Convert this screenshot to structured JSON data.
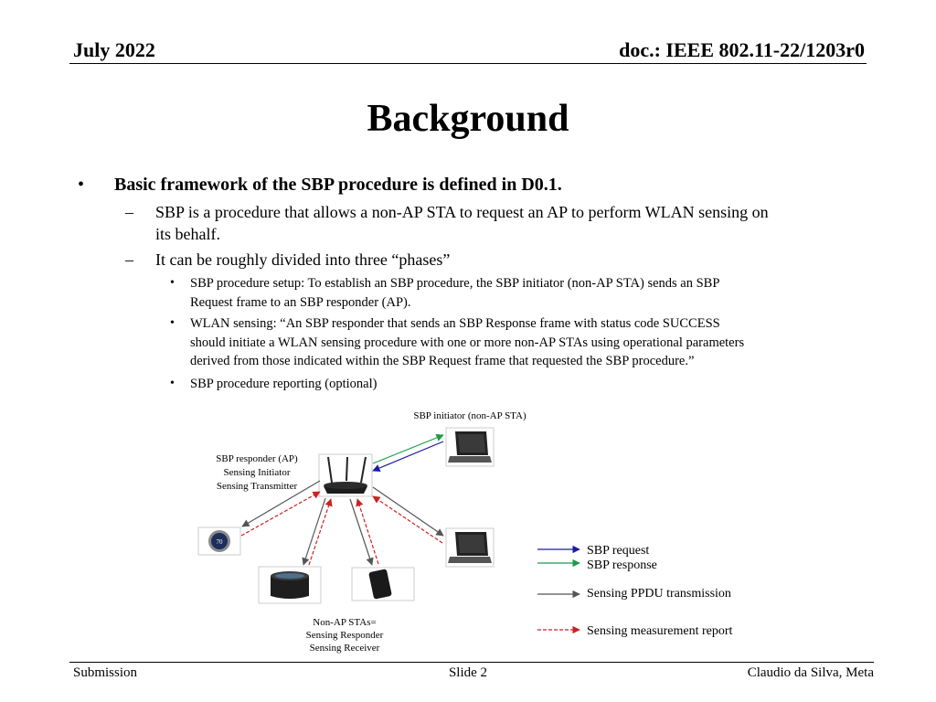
{
  "header": {
    "date": "July 2022",
    "doc_id": "doc.: IEEE 802.11-22/1203r0"
  },
  "slide_title": "Background",
  "bullets": {
    "main": "Basic framework of the SBP procedure is defined in D0.1.",
    "sub1_line1": "SBP is a procedure that allows a non-AP STA to request an AP to perform WLAN sensing on",
    "sub1_line2": "its behalf.",
    "sub2": "It can be roughly divided into three “phases”",
    "phase1_line1": "SBP procedure setup: To establish an SBP procedure, the SBP initiator (non-AP STA) sends an SBP",
    "phase1_line2": "Request frame to an SBP responder (AP).",
    "phase2_line1": "WLAN sensing: “An SBP responder that sends an SBP Response frame with status code SUCCESS",
    "phase2_line2": "should initiate a WLAN sensing procedure with one or more non-AP STAs using operational parameters",
    "phase2_line3": "derived from those indicated within the SBP Request frame that requested the SBP procedure.”",
    "phase3": "SBP procedure reporting (optional)"
  },
  "diagram": {
    "initiator_label": "SBP initiator (non-AP STA)",
    "responder_line1": "SBP responder (AP)",
    "responder_line2": "Sensing Initiator",
    "responder_line3": "Sensing Transmitter",
    "stas_line1": "Non-AP STAs=",
    "stas_line2": "Sensing Responder",
    "stas_line3": "Sensing Receiver",
    "thermostat_reading": "70"
  },
  "legend": {
    "request": "SBP request",
    "response": "SBP response",
    "ppdu": "Sensing  PPDU transmission",
    "report": "Sensing  measurement  report"
  },
  "colors": {
    "request": "#1a1aa6",
    "response": "#1f9a4a",
    "ppdu": "#555555",
    "report": "#cc2222"
  },
  "footer": {
    "left": "Submission",
    "center": "Slide 2",
    "right": "Claudio da Silva, Meta"
  }
}
